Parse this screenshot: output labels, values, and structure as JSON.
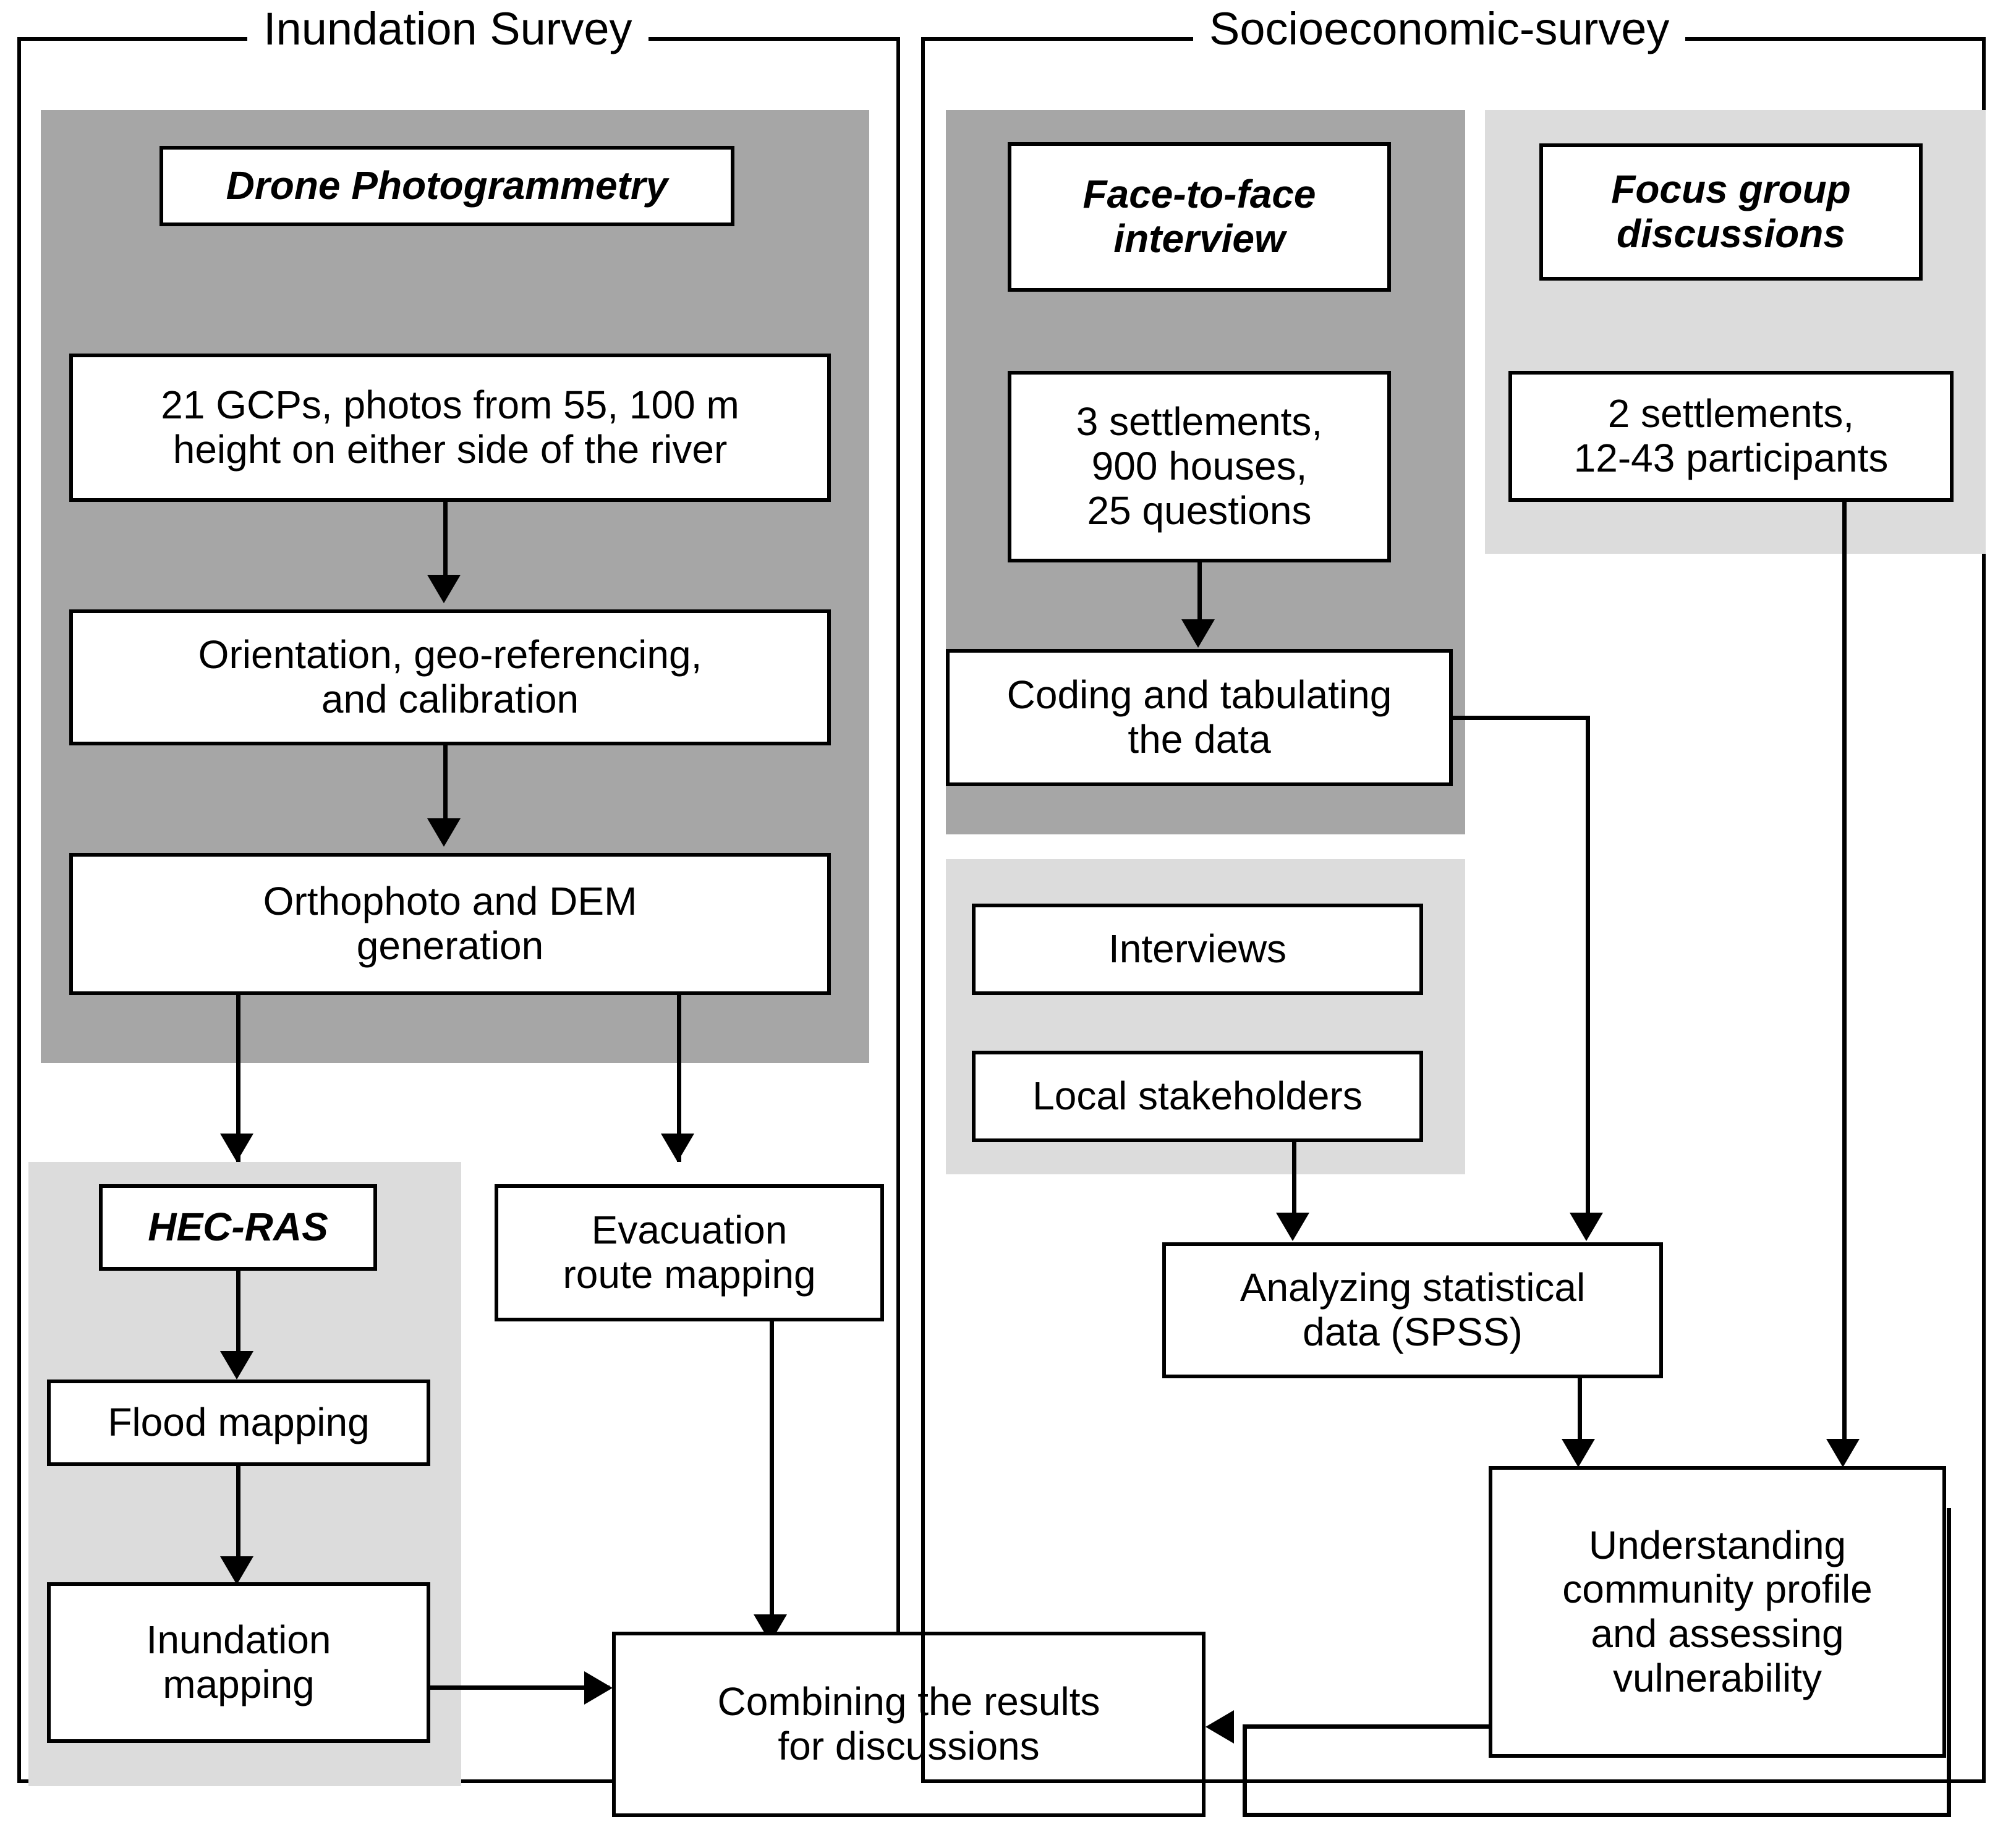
{
  "diagram": {
    "type": "flowchart",
    "groups": [
      {
        "id": "inundation",
        "title": "Inundation Survey"
      },
      {
        "id": "socioeconomic",
        "title": "Socioeconomic-survey"
      }
    ],
    "colors": {
      "dark_tint": "#a6a6a6",
      "light_tint": "#dcdcdc",
      "node_fill": "#ffffff",
      "stroke": "#000000"
    }
  },
  "nodes": {
    "drone_photogrammetry": "Drone Photogrammetry",
    "gcps": "21 GCPs, photos from 55, 100 m\nheight on either side of the river",
    "orientation": "Orientation, geo-referencing,\nand calibration",
    "orthophoto": "Orthophoto and DEM\ngeneration",
    "hecras": "HEC-RAS",
    "flood_mapping": "Flood mapping",
    "inundation_mapping": "Inundation\nmapping",
    "evacuation_route": "Evacuation\nroute mapping",
    "combining": "Combining the results\nfor discussions",
    "face_to_face": "Face-to-face\ninterview",
    "settlements_3": "3 settlements,\n900 houses,\n25 questions",
    "coding": "Coding and tabulating\nthe data",
    "interviews": "Interviews",
    "local_stakeholders": "Local stakeholders",
    "spss": "Analyzing statistical\ndata (SPSS)",
    "focus_group": "Focus group\ndiscussions",
    "settlements_2": "2 settlements,\n12-43 participants",
    "understanding": "Understanding\ncommunity profile\nand assessing\nvulnerability"
  }
}
